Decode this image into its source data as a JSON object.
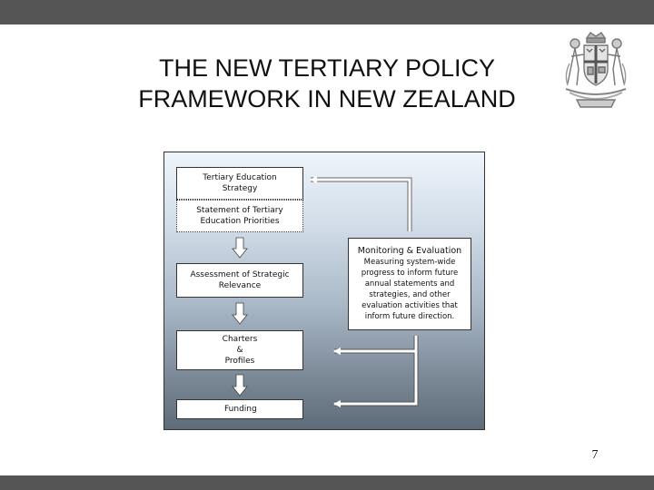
{
  "slide": {
    "title_lines": [
      "THE NEW TERTIARY POLICY",
      "FRAMEWORK IN NEW ZEALAND"
    ],
    "page_number": "7"
  },
  "diagram": {
    "tes": "Tertiary Education\nStrategy",
    "step": "Statement of Tertiary\nEducation Priorities",
    "asr": "Assessment of Strategic\nRelevance",
    "charters": "Charters\n&\nProfiles",
    "funding": "Funding",
    "monitoring_title": "Monitoring & Evaluation",
    "monitoring_body": "Measuring system-wide\nprogress to inform future\nannual statements and\nstrategies, and other\nevaluation activities that\ninform future direction."
  },
  "colors": {
    "bars": "#555555",
    "panel_top": "#eef5fb",
    "panel_bottom": "#5e6b78"
  }
}
